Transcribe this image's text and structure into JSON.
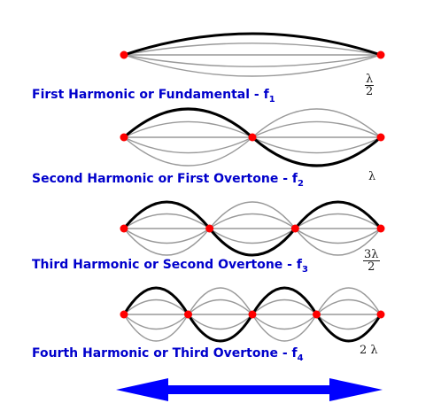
{
  "colors": {
    "label": "#0000cc",
    "node": "#ff0000",
    "bold_string": "#000000",
    "faint_string": "#999999",
    "arrow": "#0000ff"
  },
  "harmonics": [
    {
      "loops": 1,
      "label": "First Harmonic or Fundamental - f",
      "sub": "1",
      "wavelength_num": "λ",
      "wavelength_den": "2"
    },
    {
      "loops": 2,
      "label": "Second Harmonic or First Overtone - f",
      "sub": "2",
      "wavelength": "λ"
    },
    {
      "loops": 3,
      "label": "Third Harmonic or Second Overtone - f",
      "sub": "3",
      "wavelength_num": "3λ",
      "wavelength_den": "2"
    },
    {
      "loops": 4,
      "label": "Fourth Harmonic or Third Overtone - f",
      "sub": "4",
      "wavelength": "2 λ"
    }
  ]
}
